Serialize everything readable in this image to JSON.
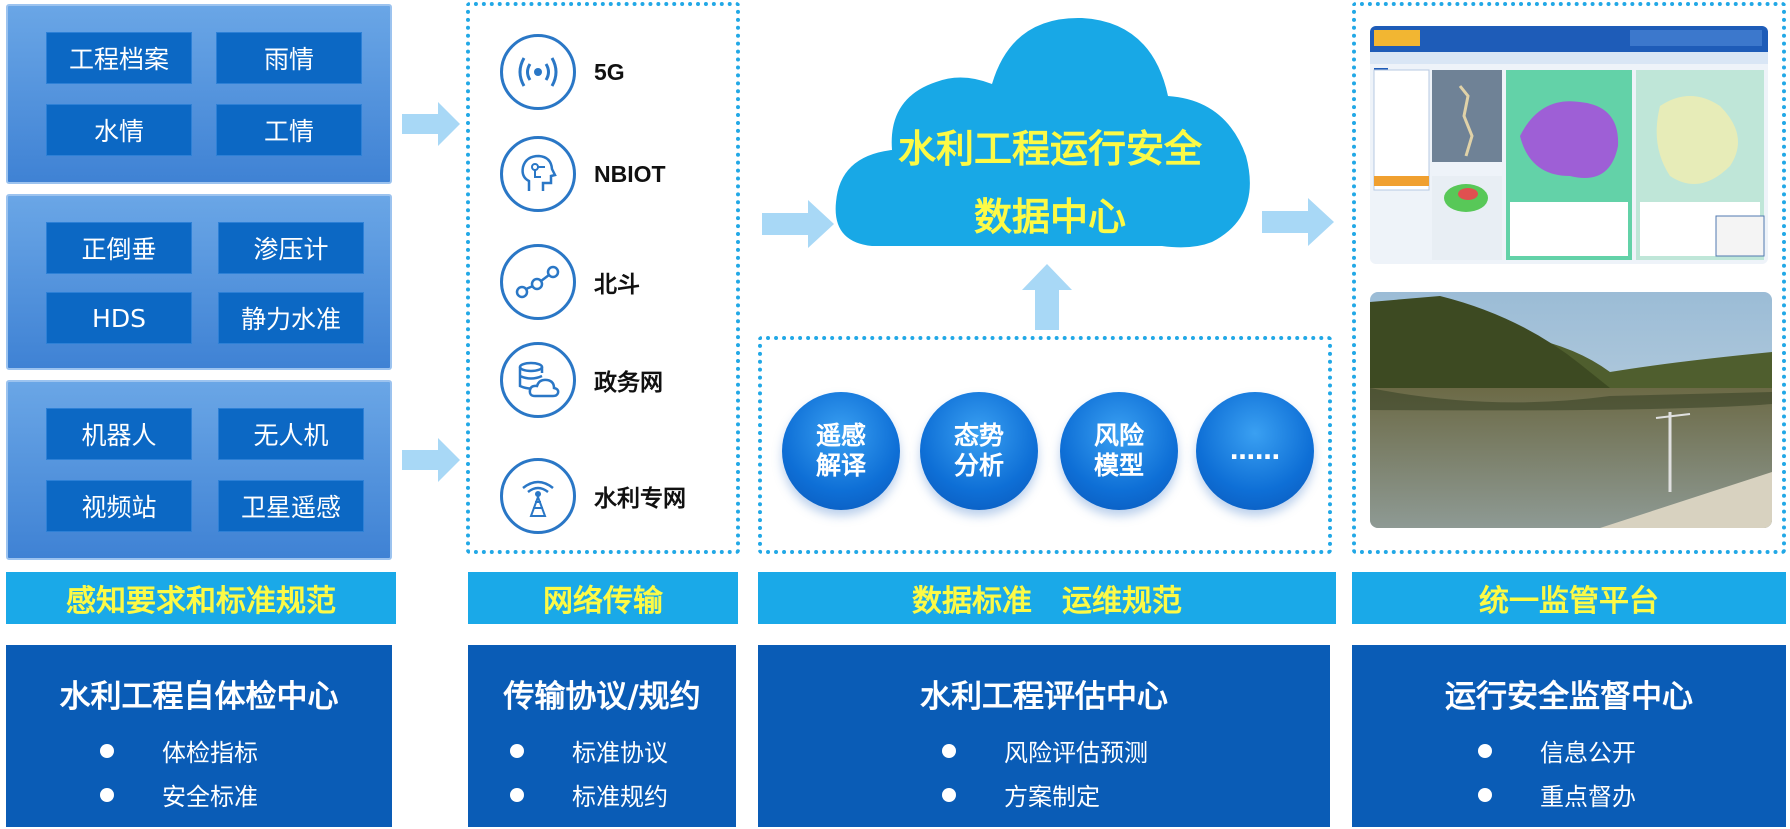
{
  "sensing": {
    "group1": [
      "工程档案",
      "雨情",
      "水情",
      "工情"
    ],
    "group2": [
      "正倒垂",
      "渗压计",
      "HDS",
      "静力水准"
    ],
    "group3": [
      "机器人",
      "无人机",
      "视频站",
      "卫星遥感"
    ]
  },
  "network": {
    "items": [
      {
        "label": "5G",
        "icon": "5g-signal-icon"
      },
      {
        "label": "NBIOT",
        "icon": "ai-head-icon"
      },
      {
        "label": "北斗",
        "icon": "beidou-nodes-icon"
      },
      {
        "label": "政务网",
        "icon": "database-cloud-icon"
      },
      {
        "label": "水利专网",
        "icon": "tower-icon"
      }
    ]
  },
  "cloud": {
    "line1": "水利工程运行安全",
    "line2": "数据中心"
  },
  "services": [
    "遥感\n解译",
    "态势\n分析",
    "风险\n模型",
    "……"
  ],
  "bands": [
    "感知要求和标准规范",
    "网络传输",
    "数据标准　运维规范",
    "统一监管平台"
  ],
  "centers": [
    {
      "title": "水利工程自体检中心",
      "bullets": [
        "体检指标",
        "安全标准"
      ]
    },
    {
      "title": "传输协议/规约",
      "bullets": [
        "标准协议",
        "标准规约"
      ]
    },
    {
      "title": "水利工程评估中心",
      "bullets": [
        "风险评估预测",
        "方案制定"
      ]
    },
    {
      "title": "运行安全监督中心",
      "bullets": [
        "信息公开",
        "重点督办"
      ]
    }
  ],
  "colors": {
    "band_bg": "#1aa9e8",
    "band_text": "#fcfa46",
    "box_bg": "#0a5cb6",
    "cloud": "#18a8e6"
  }
}
